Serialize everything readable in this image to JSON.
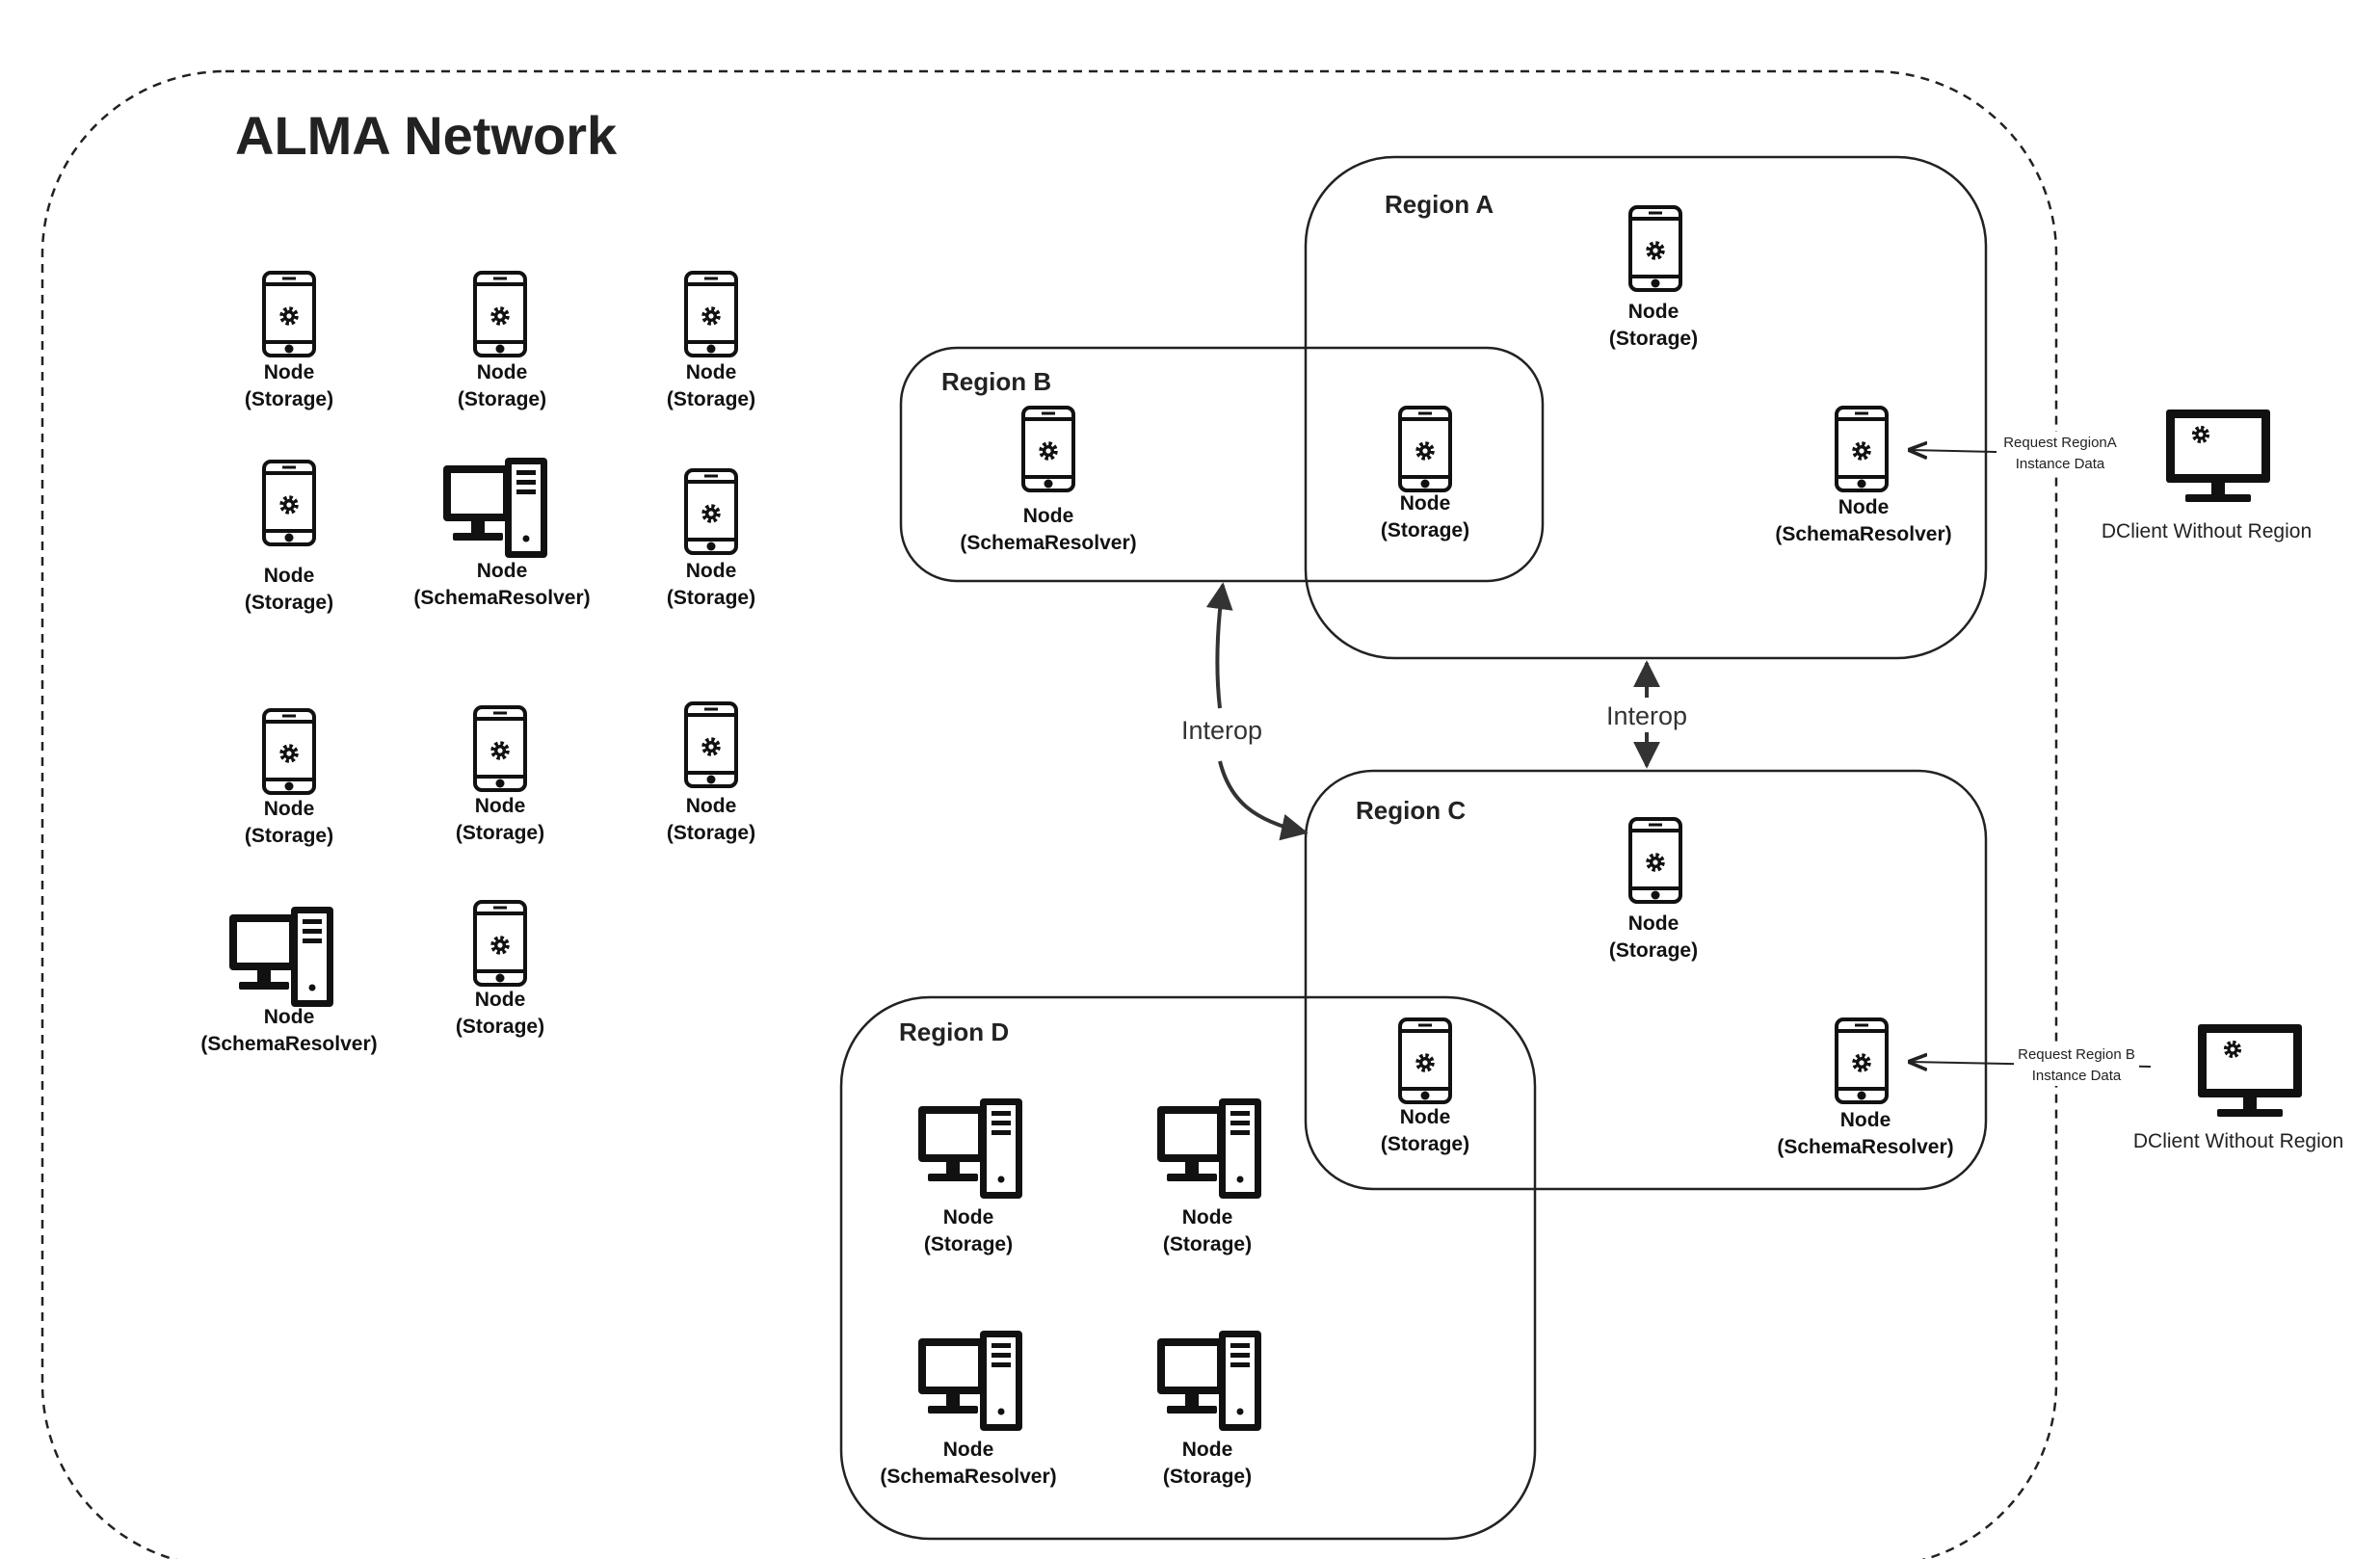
{
  "title": "ALMA Network",
  "regions": [
    {
      "id": "A",
      "label": "Region A"
    },
    {
      "id": "B",
      "label": "Region B"
    },
    {
      "id": "C",
      "label": "Region C"
    },
    {
      "id": "D",
      "label": "Region D"
    }
  ],
  "node_label": "Node",
  "role_storage": "(Storage)",
  "role_schema": "(SchemaResolver)",
  "interop_label": "Interop",
  "clients": [
    {
      "label": "DClient Without Region",
      "request_line1": "Request RegionA",
      "request_line2": "Instance Data"
    },
    {
      "label": "DClient Without Region",
      "request_line1": "Request Region B",
      "request_line2": "Instance Data"
    }
  ]
}
